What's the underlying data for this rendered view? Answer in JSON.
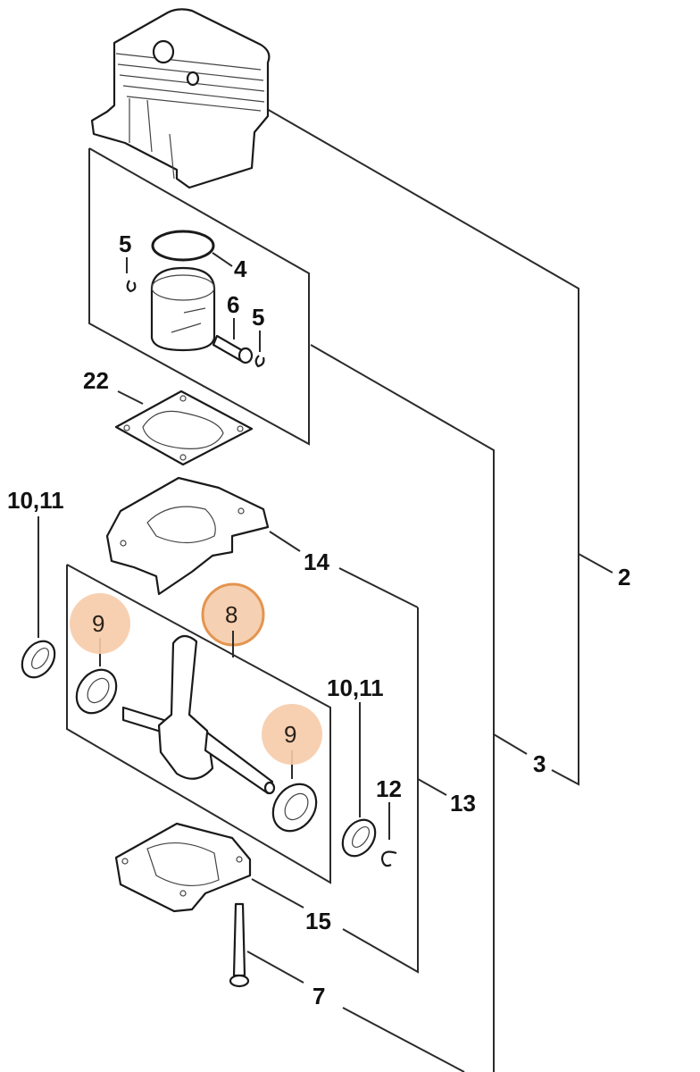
{
  "diagram": {
    "title": "Exploded parts diagram – cylinder and crankcase assembly",
    "highlight": {
      "fill": "#f6cbaa",
      "stroke": "#e08a3c"
    },
    "callouts": [
      {
        "id": "2",
        "label": "2",
        "highlighted": false
      },
      {
        "id": "3",
        "label": "3",
        "highlighted": false
      },
      {
        "id": "4",
        "label": "4",
        "highlighted": false
      },
      {
        "id": "5a",
        "label": "5",
        "highlighted": false
      },
      {
        "id": "5b",
        "label": "5",
        "highlighted": false
      },
      {
        "id": "6",
        "label": "6",
        "highlighted": false
      },
      {
        "id": "7",
        "label": "7",
        "highlighted": false
      },
      {
        "id": "8",
        "label": "8",
        "highlighted": true,
        "outlined": true
      },
      {
        "id": "9a",
        "label": "9",
        "highlighted": true
      },
      {
        "id": "9b",
        "label": "9",
        "highlighted": true
      },
      {
        "id": "10_11a",
        "label": "10,11",
        "highlighted": false
      },
      {
        "id": "10_11b",
        "label": "10,11",
        "highlighted": false
      },
      {
        "id": "12",
        "label": "12",
        "highlighted": false
      },
      {
        "id": "13",
        "label": "13",
        "highlighted": false
      },
      {
        "id": "14",
        "label": "14",
        "highlighted": false
      },
      {
        "id": "15",
        "label": "15",
        "highlighted": false
      },
      {
        "id": "22",
        "label": "22",
        "highlighted": false
      }
    ],
    "parts": [
      "cylinder",
      "piston-ring",
      "piston",
      "piston-pin",
      "snap-ring",
      "gasket",
      "crankcase-upper",
      "crankshaft",
      "ball-bearing",
      "oil-seal",
      "circlip",
      "crankcase-lower",
      "screw"
    ]
  }
}
